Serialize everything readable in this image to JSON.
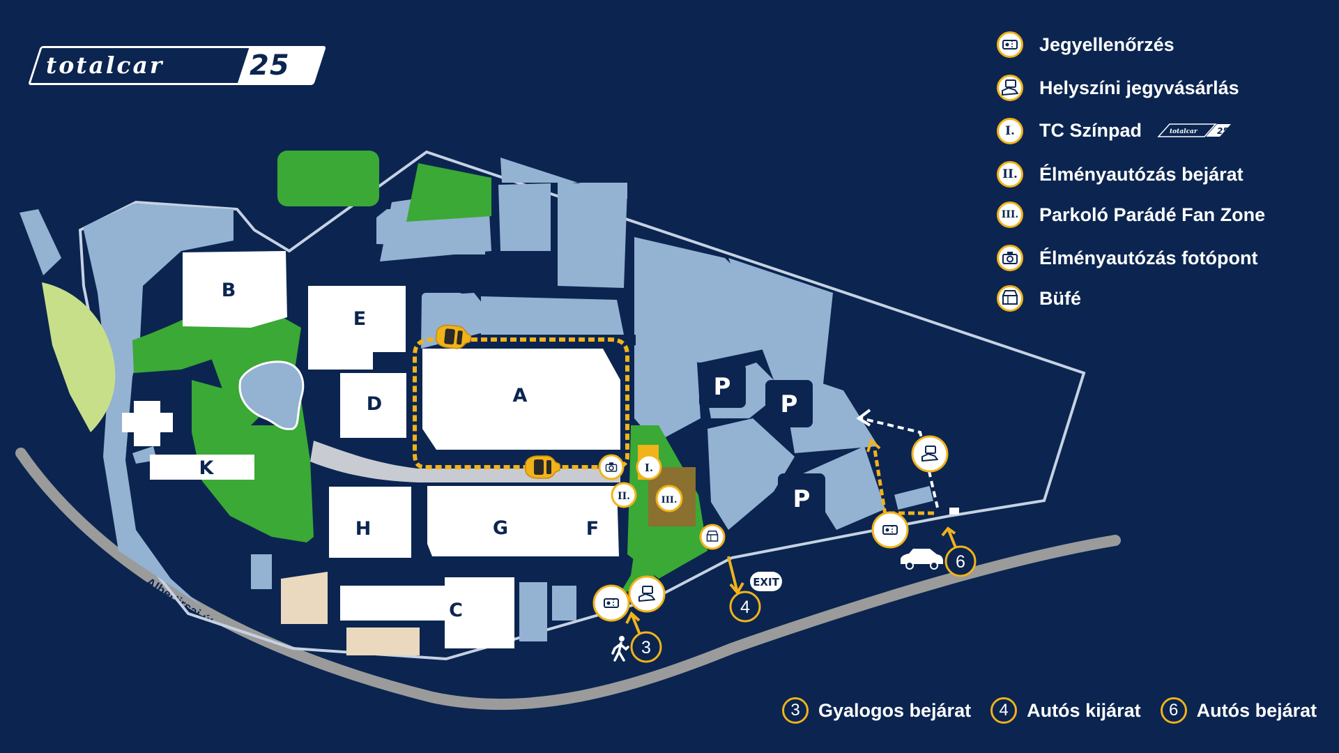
{
  "logo": {
    "text": "totalcar",
    "number": "25"
  },
  "legend": [
    {
      "icon": "ticket-check-icon",
      "label": "Jegyellenőrzés"
    },
    {
      "icon": "ticket-purchase-icon",
      "label": "Helyszíni jegyvásárlás"
    },
    {
      "icon": "stage-one-icon",
      "marker": "I.",
      "label": "TC Színpad",
      "logo_text": "totalcar",
      "logo_number": "25"
    },
    {
      "icon": "stage-two-icon",
      "marker": "II.",
      "label": "Élményautózás bejárat"
    },
    {
      "icon": "stage-three-icon",
      "marker": "III.",
      "label": "Parkoló Parádé Fan Zone"
    },
    {
      "icon": "camera-icon",
      "label": "Élményautózás fotópont"
    },
    {
      "icon": "buffet-icon",
      "label": "Büfé"
    }
  ],
  "buildings": {
    "A": "A",
    "B": "B",
    "C": "C",
    "D": "D",
    "E": "E",
    "F": "F",
    "G": "G",
    "H": "H",
    "K": "K"
  },
  "parking_label": "P",
  "roman": {
    "one": "I.",
    "two": "II.",
    "three": "III."
  },
  "road_labels": [
    "Albertirsai út",
    "Albertirsai út"
  ],
  "exit_label": "EXIT",
  "entrance_numbers": {
    "pedestrian": "3",
    "car_exit": "4",
    "car_entry": "6"
  },
  "bottom_legend": [
    {
      "number": "3",
      "label": "Gyalogos bejárat"
    },
    {
      "number": "4",
      "label": "Autós kijárat"
    },
    {
      "number": "6",
      "label": "Autós bejárat"
    }
  ],
  "colors": {
    "background": "#0b2550",
    "area_light": "#94b2d2",
    "green": "#3aa935",
    "lime": "#c8df8a",
    "yellow": "#f2b21a",
    "road": "#9b9b9b",
    "sand": "#ead9bf"
  }
}
